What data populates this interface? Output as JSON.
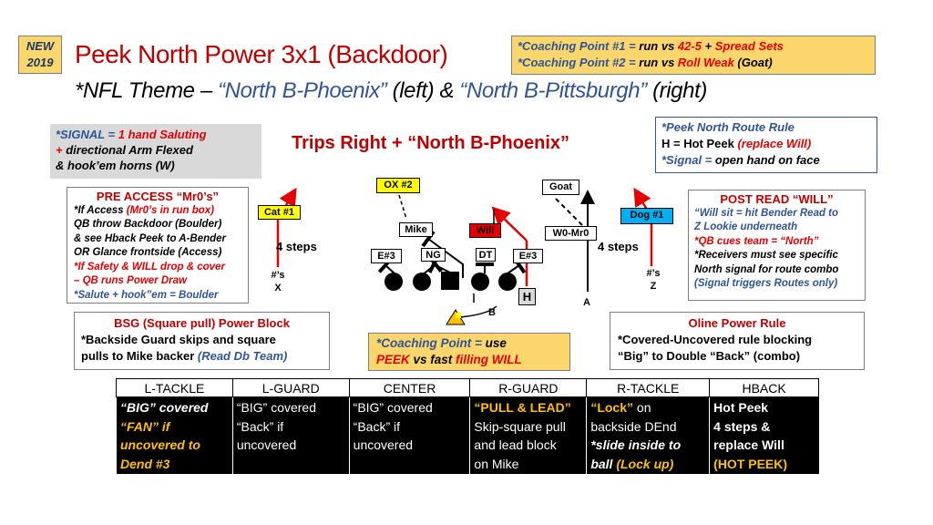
{
  "header": {
    "badge_line1": "NEW",
    "badge_line2": "2019",
    "title": "Peek North Power 3x1 (Backdoor)",
    "subtitle_prefix": "*NFL Theme – ",
    "subtitle_left_name": "“North B-Phoenix”",
    "subtitle_mid": " (left) & ",
    "subtitle_right_name": "“North B-Pittsburgh”",
    "subtitle_suffix": " (right)"
  },
  "coaching_top": {
    "line1_a": "*Coaching Point #1 = ",
    "line1_b": "run vs ",
    "line1_c": "42-5",
    "line1_d": " + ",
    "line1_e": "Spread Sets",
    "line2_a": "*Coaching Point #2 = ",
    "line2_b": "run vs ",
    "line2_c": "Roll Weak",
    "line2_d": " (Goat)"
  },
  "signal": {
    "line1_a": "*SIGNAL = ",
    "line1_b": "1 hand Saluting",
    "line2_a": "+ ",
    "line2_b": "directional Arm Flexed",
    "line3": "& hook’em horns (W)"
  },
  "formation_title": "Trips Right + “North B-Phoenix”",
  "route_rule": {
    "line1": "*Peek North Route Rule",
    "line2_a": "H = Hot Peek ",
    "line2_b": "(replace Will)",
    "line3_a": "*Signal = ",
    "line3_b": "open hand on face"
  },
  "pre_access": {
    "heading": "PRE ACCESS “Mr0’s”",
    "l1_a": "*If Access ",
    "l1_b": "(Mr0’s in run box)",
    "l2": "QB throw Backdoor (Boulder)",
    "l3": "& see Hback Peek to A-Bender",
    "l4": "OR Glance frontside (Access)",
    "l5": "*If Safety & WILL drop & cover",
    "l6": "– QB runs Power Draw",
    "l7": "*Salute + hook”em = Boulder"
  },
  "post_read": {
    "heading": "POST READ “WILL”",
    "l1": "“Will sit = hit Bender Read to",
    "l2": "Z Lookie underneath",
    "l3": "*QB cues team = “North”",
    "l4": "*Receivers must see specific",
    "l5": "North signal for route combo",
    "l6": "(Signal triggers Routes only)"
  },
  "bsg": {
    "heading": "BSG (Square pull) Power Block",
    "l1": "*Backside Guard skips and square",
    "l2_a": "pulls to Mike backer ",
    "l2_b": "(Read Db Team)"
  },
  "coaching_mid": {
    "l1_a": "*Coaching Point = ",
    "l1_b": "use",
    "l2_a": "PEEK",
    "l2_b": " vs fast ",
    "l2_c": "filling WILL"
  },
  "oline_rule": {
    "heading": "Oline Power Rule",
    "l1": "*Covered-Uncovered rule blocking",
    "l2": "“Big” to Double “Back” (combo)"
  },
  "field": {
    "cat": "Cat #1",
    "ox": "OX #2",
    "goat": "Goat",
    "dog": "Dog #1",
    "mike": "Mike",
    "will": "Will",
    "w0": "W0-Mr0",
    "e3_left": "E#3",
    "ng": "NG",
    "dt": "DT",
    "e3_right": "E#3",
    "h": "H",
    "steps_left": "4 steps",
    "steps_right": "4 steps",
    "xs_l1": "#’s",
    "xs_l2": "X",
    "zs_l1": "#’s",
    "zs_l2": "Z",
    "b": "B",
    "a": "A"
  },
  "table": {
    "headers": [
      "L-TACKLE",
      "L-GUARD",
      "CENTER",
      "R-GUARD",
      "R-TACKLE",
      "HBACK"
    ],
    "ltackle": [
      "“BIG” covered",
      "“FAN” if",
      "uncovered to",
      "Dend #3"
    ],
    "lguard": [
      "“BIG” covered",
      "“Back” if",
      "uncovered"
    ],
    "center": [
      "“BIG” covered",
      "“Back” if",
      "uncovered"
    ],
    "rguard": [
      "“PULL & LEAD”",
      "Skip-square pull",
      "and lead block",
      "on Mike"
    ],
    "rtackle_l1_a": "“Lock”",
    "rtackle_l1_b": " on",
    "rtackle_l2": "backside DEnd",
    "rtackle_l3": "*slide inside to",
    "rtackle_l4_a": "ball ",
    "rtackle_l4_b": "(Lock up)",
    "hback": [
      "Hot Peek",
      "4 steps &",
      "replace Will",
      "(HOT PEEK)"
    ]
  },
  "colors": {
    "title_red": "#c00000",
    "accent_blue": "#2f5597",
    "note_gold": "#fbd66d",
    "route_red": "#e60000",
    "dog_cyan": "#00b0f0",
    "highlight_yellow": "#ffff00"
  }
}
